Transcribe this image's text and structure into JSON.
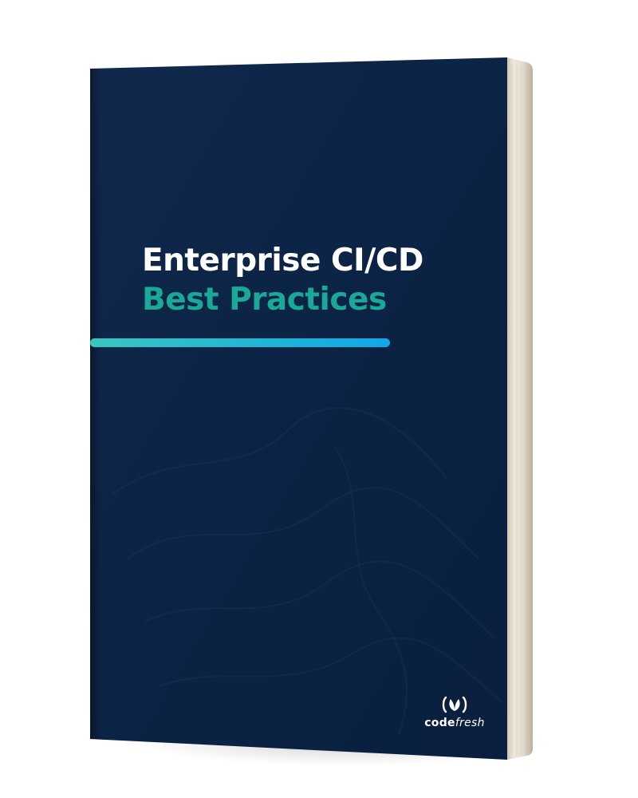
{
  "book": {
    "title_line1": "Enterprise CI/CD",
    "title_line2": "Best Practices",
    "brand_part1": "code",
    "brand_part2": "fresh",
    "logo_icon": "codefresh-leaf-icon",
    "colors": {
      "cover": "#0b2344",
      "title": "#ffffff",
      "subtitle": "#1aa899",
      "underline_start": "#39c6c0",
      "underline_end": "#0fa8e6",
      "pages": "#e8e0d2"
    }
  }
}
